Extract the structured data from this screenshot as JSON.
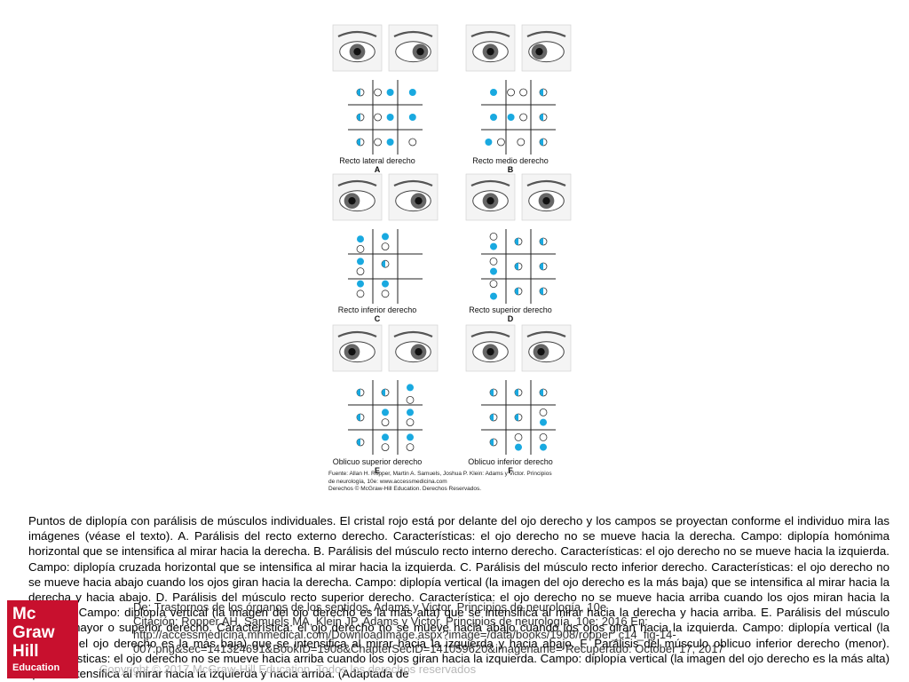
{
  "colors": {
    "cyan": "#19a9e0",
    "line": "#222222",
    "logo_red": "#c8102e"
  },
  "panels": [
    {
      "label": "Recto lateral derecho",
      "letter": "A"
    },
    {
      "label": "Recto medio derecho",
      "letter": "B"
    },
    {
      "label": "Recto inferior derecho",
      "letter": "C"
    },
    {
      "label": "Recto superior derecho",
      "letter": "D"
    },
    {
      "label": "Oblicuo superior derecho",
      "letter": "E"
    },
    {
      "label": "Oblicuo inferior derecho",
      "letter": "F"
    }
  ],
  "credit": {
    "line1": "Fuente: Allan H. Ropper, Martin A. Samuels, Joshua P. Klein: Adams y Victor. Principios",
    "line2": "de neurología, 10e: www.accessmedicina.com",
    "line3": "Derechos © McGraw-Hill Education. Derechos Reservados."
  },
  "caption": "Puntos de diplopía con parálisis de músculos individuales. El cristal rojo está por delante del ojo derecho y los campos se proyectan conforme el individuo mira las imágenes (véase el texto). A. Parálisis del recto externo derecho. Características: el ojo derecho no se mueve hacia la derecha. Campo: diplopía homónima horizontal que se intensifica al mirar hacia la derecha. B. Parálisis del músculo recto interno derecho. Características: el ojo derecho no se mueve hacia la izquierda. Campo: diplopía cruzada horizontal que se intensifica al mirar hacia la izquierda. C. Parálisis del músculo recto inferior derecho. Características: el ojo derecho no se mueve hacia abajo cuando los ojos giran hacia la derecha. Campo: diplopía vertical (la imagen del ojo derecho es la más baja) que se intensifica al mirar hacia la derecha y hacia abajo. D. Parálisis del músculo recto superior derecho. Característica: el ojo derecho no se mueve hacia arriba cuando los ojos miran hacia la derecha. Campo: diplopía vertical (la imagen del ojo derecho es la más alta) que se intensifica al mirar hacia la derecha y hacia arriba. E. Parálisis del músculo oblicuo mayor o superior derecho. Característica: el ojo derecho no se mueve hacia abajo cuando los ojos giran hacia la izquierda. Campo: diplopía vertical (la imagen del ojo derecho es la más baja) que se intensifica al mirar hacia la izquierda y hacia abajo. F. Parálisis del músculo oblicuo inferior derecho (menor). Características: el ojo derecho no se mueve hacia arriba cuando los ojos giran hacia la izquierda. Campo: diplopía vertical (la imagen del ojo derecho es la más alta) que se intensifica al mirar hacia la izquierda y hacia arriba. (Adaptada de",
  "overlay": {
    "source": "De: Trastornos de los órganos de los sentidos, Adams y Victor. Principios de neurología, 10e",
    "citation": "Citación: Ropper AH, Samuels MA, Klein JP. Adams y Victor. Principios de neurología, 10e; 2016 En:",
    "url1": "http://accessmedicina.mhmedical.com/DownloadImage.aspx?image=/data/books/1908/ropper_c14_fig-14-",
    "url2": "007.png&sec=141324691&BookID=1908&ChapterSecID=141059620&imagename= Recuperado: October 17, 2017",
    "copyright": "Copyright © 2017 McGraw-Hill Education. Todos los derechos reservados"
  },
  "logo": {
    "line1": "Mc",
    "line2": "Graw",
    "line3": "Hill",
    "line4": "Education"
  }
}
